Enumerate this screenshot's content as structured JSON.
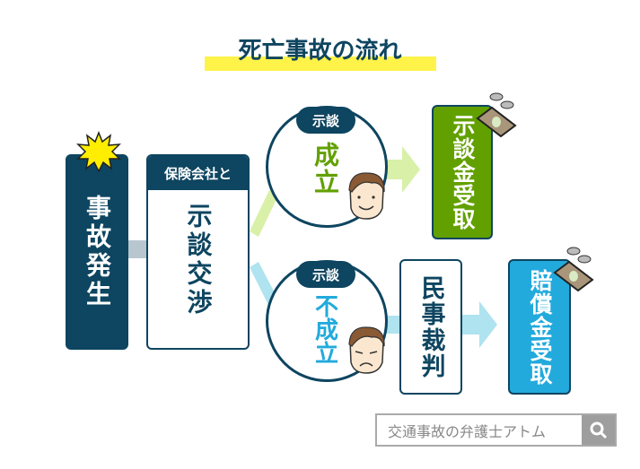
{
  "title": "死亡事故の流れ",
  "accident": "事故発生",
  "negotiation": {
    "header": "保険会社と",
    "body": "示談交渉"
  },
  "success": {
    "pill": "示談",
    "result": "成立",
    "outcome": "示談金受取"
  },
  "failure": {
    "pill": "示談",
    "result": "不成立",
    "trial": "民事裁判",
    "outcome": "賠償金受取"
  },
  "search": {
    "label": "交通事故の弁護士アトム",
    "icon": "search-icon"
  },
  "colors": {
    "navy": "#0e4560",
    "green": "#62a000",
    "blue": "#22aadc",
    "highlight": "#fff34a"
  }
}
